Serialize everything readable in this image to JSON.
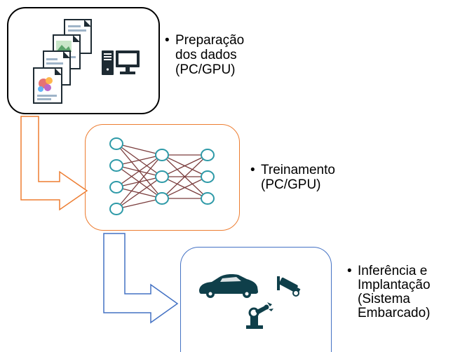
{
  "steps": {
    "prep": {
      "bullet": "•",
      "lines": [
        "Preparação",
        "dos dados",
        "(PC/GPU)"
      ]
    },
    "train": {
      "bullet": "•",
      "lines": [
        "Treinamento",
        "(PC/GPU)"
      ]
    },
    "infer": {
      "bullet": "•",
      "lines": [
        "Inferência e",
        "Implantação",
        "(Sistema",
        "Embarcado)"
      ]
    }
  },
  "icons": {
    "prep": [
      "document-stack-icon",
      "desktop-computer-icon"
    ],
    "train": [
      "neural-network-icon"
    ],
    "infer": [
      "car-icon",
      "security-camera-icon",
      "robot-arm-icon"
    ]
  },
  "colors": {
    "prep_border": "#000000",
    "train_border": "#ed7d31",
    "infer_border": "#4472c4",
    "node_stroke": "#2e9aa8",
    "edge_color": "#7a3c3c",
    "icon_dark": "#0f3f4a"
  }
}
